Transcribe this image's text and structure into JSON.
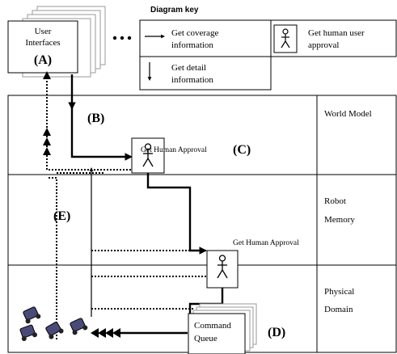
{
  "diagram_key": {
    "title": "Diagram key",
    "coverage_line1": "Get coverage",
    "coverage_line2": "information",
    "detail_line1": "Get detail",
    "detail_line2": "information",
    "approval_line1": "Get human user",
    "approval_line2": "approval"
  },
  "ui_box": {
    "line1": "User",
    "line2": "Interfaces",
    "marker": "(A)"
  },
  "regions": {
    "world_model": "World Model",
    "robot_memory_line1": "Robot",
    "robot_memory_line2": "Memory",
    "physical_line1": "Physical",
    "physical_line2": "Domain"
  },
  "markers": {
    "b": "(B)",
    "c": "(C)",
    "d": "(D)",
    "e": "(E)"
  },
  "approvals": {
    "upper": "Get Human Approval",
    "lower": "Get Human Approval"
  },
  "queue": {
    "line1": "Command",
    "line2": "Queue"
  },
  "icons": {
    "person": "stick-figure-icon",
    "robot": "robot-icon"
  }
}
